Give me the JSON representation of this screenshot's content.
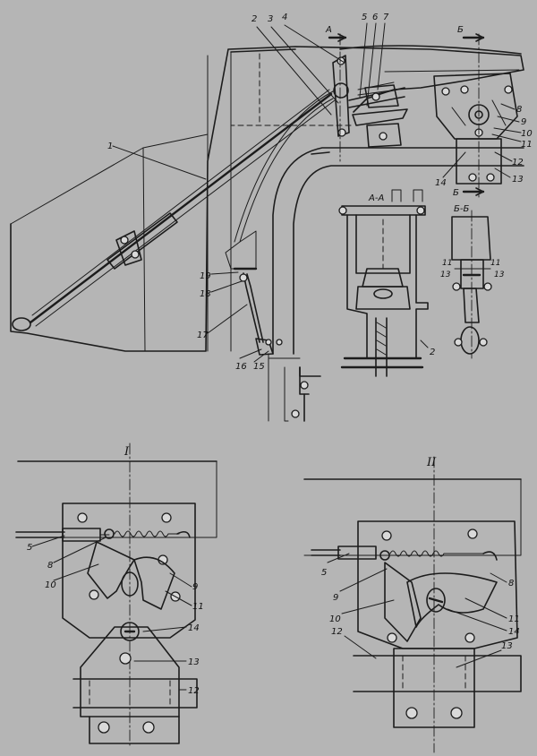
{
  "labels": {
    "top": {
      "l1": "1",
      "l2": "2",
      "l3": "3",
      "l4": "4",
      "l5": "5",
      "l6": "6",
      "l7": "7",
      "l8": "8",
      "l9": "9",
      "l10": "10",
      "l11": "11",
      "l12": "12",
      "l13": "13",
      "l14": "14",
      "l15": "15",
      "l16": "16",
      "l17": "17",
      "l18": "18",
      "l19": "19",
      "cutA": "А",
      "cutB": "Б",
      "cutB2": "Б",
      "secAA": "А-А",
      "secAA_2": "2",
      "secBB": "Б-Б",
      "secBB_11a": "11",
      "secBB_11b": "11",
      "secBB_13a": "13",
      "secBB_13b": "13"
    },
    "viewI": {
      "title": "I",
      "l5": "5",
      "l8": "8",
      "l10": "10",
      "l9": "9",
      "l11": "11",
      "l14": "14",
      "l13": "13",
      "l12": "12"
    },
    "viewII": {
      "title": "II",
      "l5": "5",
      "l9": "9",
      "l10": "10",
      "l8": "8",
      "l11": "11",
      "l14": "14",
      "l12": "12",
      "l13": "13"
    }
  },
  "colors": {
    "paper": "#b5b5b5",
    "ink": "#1c1c1c"
  }
}
